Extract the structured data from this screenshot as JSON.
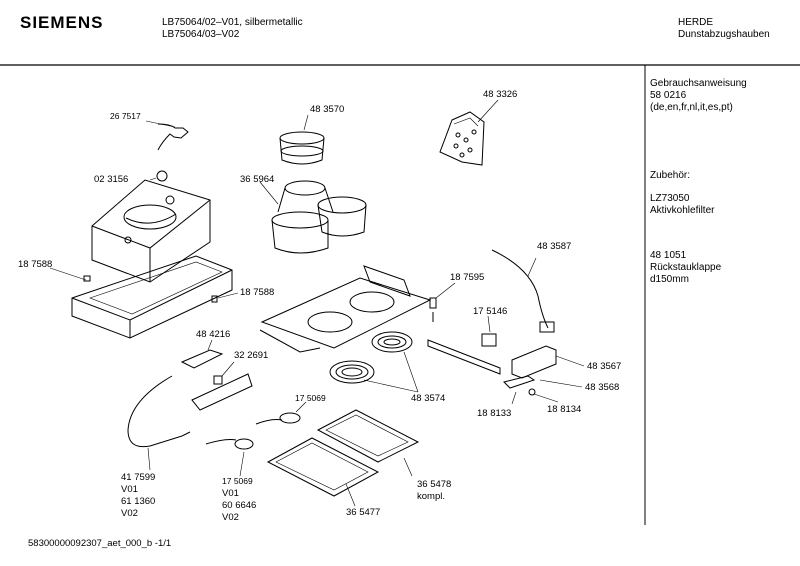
{
  "header": {
    "brand": "SIEMENS",
    "model_line1": "LB75064/02–V01,  silbermetallic",
    "model_line2": "LB75064/03–V02",
    "category_line1": "HERDE",
    "category_line2": "Dunstabzugshauben"
  },
  "sidebar": {
    "manual_title": "Gebrauchsanweisung",
    "manual_number": "58 0216",
    "manual_languages": "(de,en,fr,nl,it,es,pt)",
    "accessories_title": "Zubehör:",
    "acc1_code": "LZ73050",
    "acc1_name": "Aktivkohlefilter",
    "acc2_code": "48 1051",
    "acc2_name": "Rückstauklappe",
    "acc2_size": "d150mm"
  },
  "parts": {
    "p267517": "26 7517",
    "p483570": "48 3570",
    "p483326": "48 3326",
    "p023156": "02 3156",
    "p365964": "36 5964",
    "p187588a": "18 7588",
    "p187588b": "18 7588",
    "p483587": "48 3587",
    "p187595": "18 7595",
    "p175146": "17 5146",
    "p484216": "48 4216",
    "p322691": "32 2691",
    "p483567": "48 3567",
    "p483568": "48 3568",
    "p483574": "48 3574",
    "p175069a": "17 5069",
    "p188133": "18 8133",
    "p188134": "18 8134",
    "p417599": "41 7599",
    "p417599_v": "V01",
    "p611360": "61 1360",
    "p611360_v": "V02",
    "p175069b": "17 5069",
    "p175069b_v": "V01",
    "p606646": "60 6646",
    "p606646_v": "V02",
    "p365478": "36 5478",
    "p365478_note": "kompl.",
    "p365477": "36 5477"
  },
  "footer": {
    "doc_id": "58300000092307_aet_000_b  -1/1"
  }
}
